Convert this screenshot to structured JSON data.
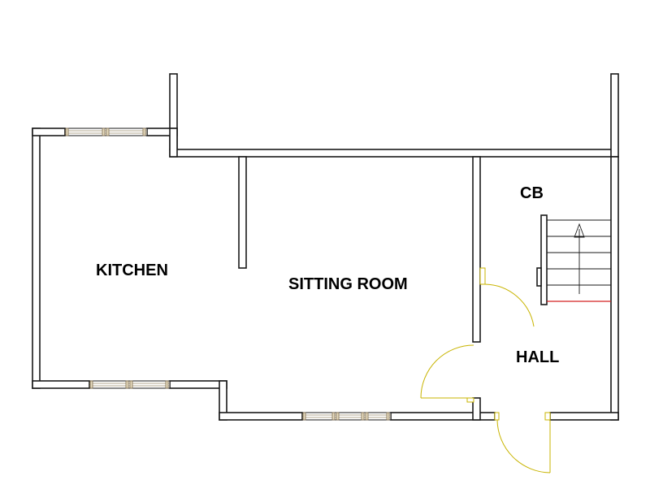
{
  "rooms": {
    "kitchen": "KITCHEN",
    "sitting_room": "SITTING ROOM",
    "cb": "CB",
    "hall": "HALL"
  },
  "colors": {
    "wall": "#1a1a1a",
    "door": "#c8b400",
    "stair_edge": "#d42020",
    "background": "#ffffff"
  }
}
